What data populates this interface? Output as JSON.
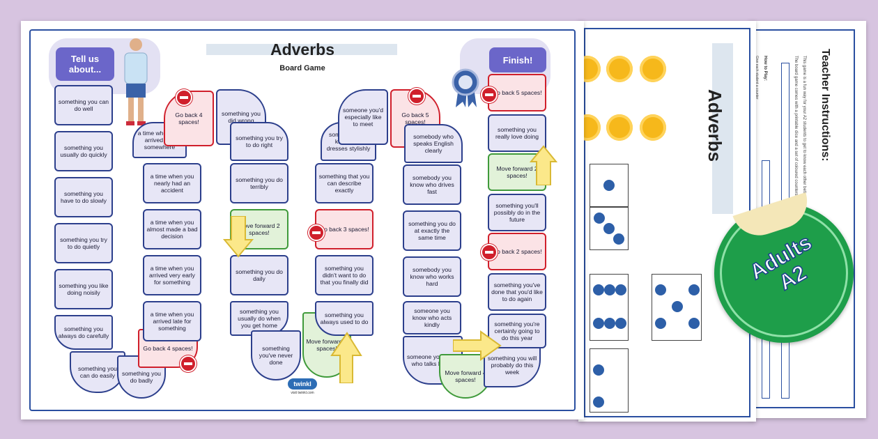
{
  "board": {
    "title": "Adverbs",
    "subtitle": "Board Game",
    "start_label": "Tell us about...",
    "finish_label": "Finish!",
    "logo": "twinkl",
    "url": "visit twinkl.com",
    "squares": [
      "something you can do well",
      "something you usually do quickly",
      "something you have to do slowly",
      "something you try to do quietly",
      "something you like doing noisily",
      "something you always do carefully",
      "something you can do easily",
      "something you do badly",
      "Go back 4 spaces!",
      "a time when you arrived late for something",
      "a time when you arrived very early for something",
      "a time when you almost made a bad decision",
      "a time when you nearly had an accident",
      "a time when you arrived first somewhere",
      "Go back 4 spaces!",
      "something you did wrong",
      "something you try to do right",
      "something you do terribly",
      "Move forward 2 spaces!",
      "something you do daily",
      "something you usually do when you get home",
      "something you've never done",
      "Move forward 6 spaces!",
      "something you always used to do",
      "something you didn't want to do that you finally did",
      "Go back 3 spaces!",
      "something that you can describe exactly",
      "somebody you know who dresses stylishly",
      "someone you'd especially like to meet",
      "Go back 5 spaces!",
      "somebody who speaks English clearly",
      "somebody you know who drives fast",
      "something you do at exactly the same time",
      "somebody you know who works hard",
      "someone you know who acts kindly",
      "someone you know who talks loudly",
      "Move forward 4 spaces!",
      "something you will probably do this week",
      "something you're certainly going to do this year",
      "something you've done that you'd like to do again",
      "Go back 2 spaces!",
      "something you'll possibly do in the future",
      "Move forward 2 spaces!",
      "something you really love doing",
      "Go back 5 spaces!"
    ]
  },
  "cutout": {
    "title": "Adverbs"
  },
  "instructions": {
    "title": "Teacher Instructions:",
    "how_to_play": "How to Play:",
    "line1": "This game is a fun way for your A2 students to get to know each other better",
    "line2": "The board game comes with a printable dice and a set of coloured counters",
    "line3": "Give each student a counter"
  },
  "badge": {
    "line1": "Adults",
    "line2": "A2"
  },
  "colors": {
    "accent": "#6b66c9",
    "badge_green": "#1e9e4a",
    "square_border": "#2c3f8c",
    "stop_red": "#d01f2b",
    "arrow_yellow": "#fbe88a"
  }
}
